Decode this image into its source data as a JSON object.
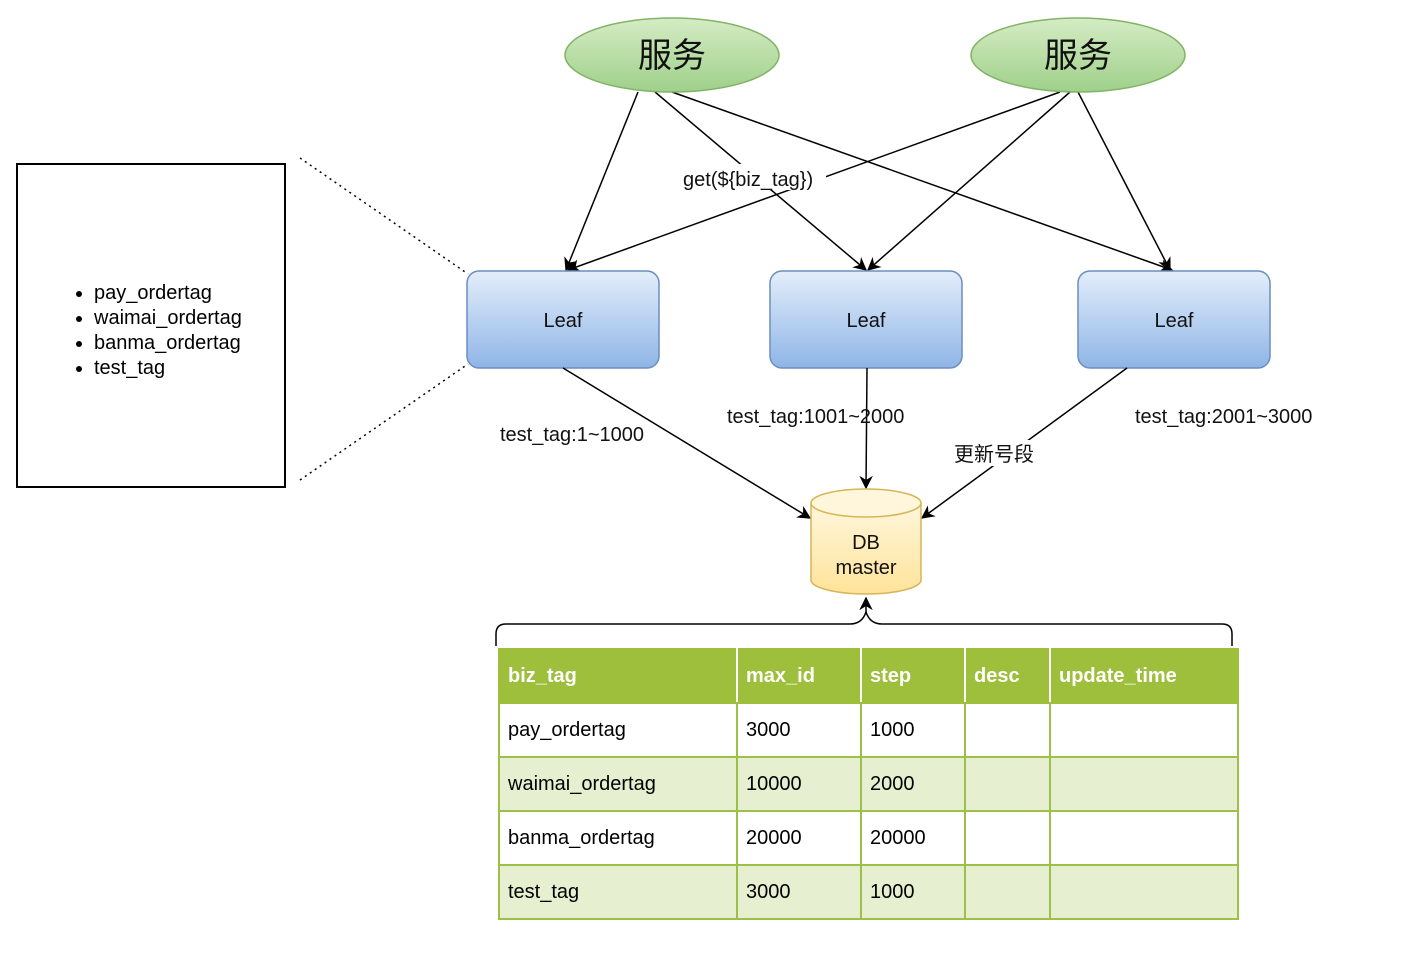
{
  "services": [
    {
      "label": "服务"
    },
    {
      "label": "服务"
    }
  ],
  "leaves": [
    {
      "label": "Leaf"
    },
    {
      "label": "Leaf"
    },
    {
      "label": "Leaf"
    }
  ],
  "request_label": "get(${biz_tag})",
  "segment_labels": [
    "test_tag:1~1000",
    "test_tag:1001~2000",
    "test_tag:2001~3000"
  ],
  "update_label": "更新号段",
  "db": {
    "line1": "DB",
    "line2": "master"
  },
  "tag_list": [
    "pay_ordertag",
    "waimai_ordertag",
    "banma_ordertag",
    "test_tag"
  ],
  "table": {
    "headers": [
      "biz_tag",
      "max_id",
      "step",
      "desc",
      "update_time"
    ],
    "rows": [
      [
        "pay_ordertag",
        "3000",
        "1000",
        "",
        ""
      ],
      [
        "waimai_ordertag",
        "10000",
        "2000",
        "",
        ""
      ],
      [
        "banma_ordertag",
        "20000",
        "20000",
        "",
        ""
      ],
      [
        "test_tag",
        "3000",
        "1000",
        "",
        ""
      ]
    ]
  },
  "colors": {
    "service_fill": "#b9dea0",
    "leaf_fill": "#c2d8f3",
    "db_fill": "#fff2cc",
    "table_header": "#9dbf3b",
    "table_alt_row": "#e6f0d1"
  }
}
